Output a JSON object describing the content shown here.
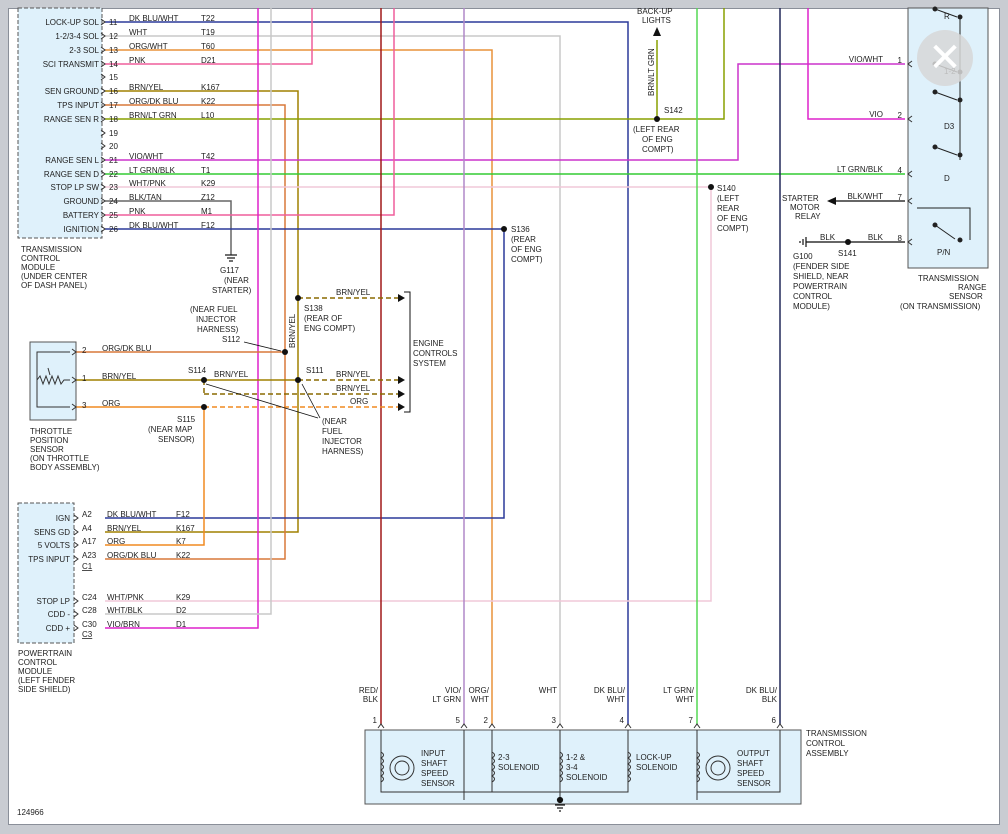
{
  "tcm": {
    "pins": [
      {
        "name": "LOCK-UP SOL",
        "num": "11",
        "color": "DK BLU/WHT",
        "circuit": "T22"
      },
      {
        "name": "1-2/3-4 SOL",
        "num": "12",
        "color": "WHT",
        "circuit": "T19"
      },
      {
        "name": "2-3 SOL",
        "num": "13",
        "color": "ORG/WHT",
        "circuit": "T60"
      },
      {
        "name": "SCI TRANSMIT",
        "num": "14",
        "color": "PNK",
        "circuit": "D21"
      },
      {
        "name": "",
        "num": "15",
        "color": "",
        "circuit": ""
      },
      {
        "name": "SEN GROUND",
        "num": "16",
        "color": "BRN/YEL",
        "circuit": "K167"
      },
      {
        "name": "TPS INPUT",
        "num": "17",
        "color": "ORG/DK BLU",
        "circuit": "K22"
      },
      {
        "name": "RANGE SEN R",
        "num": "18",
        "color": "BRN/LT GRN",
        "circuit": "L10"
      },
      {
        "name": "",
        "num": "19",
        "color": "",
        "circuit": ""
      },
      {
        "name": "",
        "num": "20",
        "color": "",
        "circuit": ""
      },
      {
        "name": "RANGE SEN L",
        "num": "21",
        "color": "VIO/WHT",
        "circuit": "T42"
      },
      {
        "name": "RANGE SEN D",
        "num": "22",
        "color": "LT GRN/BLK",
        "circuit": "T1"
      },
      {
        "name": "STOP LP SW",
        "num": "23",
        "color": "WHT/PNK",
        "circuit": "K29"
      },
      {
        "name": "GROUND",
        "num": "24",
        "color": "BLK/TAN",
        "circuit": "Z12"
      },
      {
        "name": "BATTERY",
        "num": "25",
        "color": "PNK",
        "circuit": "M1"
      },
      {
        "name": "IGNITION",
        "num": "26",
        "color": "DK BLU/WHT",
        "circuit": "F12"
      }
    ],
    "label": [
      "TRANSMISSION",
      "CONTROL",
      "MODULE",
      "(UNDER CENTER",
      "OF DASH PANEL)"
    ]
  },
  "g117": [
    "G117",
    "(NEAR",
    "STARTER)"
  ],
  "backup": [
    "BACK-UP",
    "LIGHTS"
  ],
  "s142_wire": "BRN/LT GRN",
  "s142": [
    "S142",
    "(LEFT REAR",
    "OF ENG",
    "COMPT)"
  ],
  "s140": [
    "S140",
    "(LEFT",
    "REAR",
    "OF ENG",
    "COMPT)"
  ],
  "s136": [
    "S136",
    "(REAR",
    "OF ENG",
    "COMPT)"
  ],
  "s138": [
    "S138",
    "(REAR OF",
    "ENG COMPT)"
  ],
  "s112": [
    "(NEAR FUEL",
    "INJECTOR",
    "HARNESS)",
    "S112"
  ],
  "s112_wire": "BRN/YEL",
  "s114": "S114",
  "s111": "S111",
  "s115": [
    "S115",
    "(NEAR MAP",
    "SENSOR)"
  ],
  "s111_note": [
    "(NEAR",
    "FUEL",
    "INJECTOR",
    "HARNESS)"
  ],
  "ecs": [
    "ENGINE",
    "CONTROLS",
    "SYSTEM"
  ],
  "ecs_wires": [
    "BRN/YEL",
    "BRN/YEL",
    "BRN/YEL",
    "BRN/YEL",
    "ORG"
  ],
  "tps": {
    "pins": [
      {
        "num": "2",
        "color": "ORG/DK BLU"
      },
      {
        "num": "1",
        "color": "BRN/YEL"
      },
      {
        "num": "3",
        "color": "ORG"
      }
    ],
    "label": [
      "THROTTLE",
      "POSITION",
      "SENSOR",
      "(ON THROTTLE",
      "BODY ASSEMBLY)"
    ]
  },
  "pcm": {
    "pins": [
      {
        "name": "IGN",
        "num": "A2",
        "color": "DK BLU/WHT",
        "circuit": "F12"
      },
      {
        "name": "SENS GD",
        "num": "A4",
        "color": "BRN/YEL",
        "circuit": "K167"
      },
      {
        "name": "5 VOLTS",
        "num": "A17",
        "color": "ORG",
        "circuit": "K7"
      },
      {
        "name": "TPS INPUT",
        "num": "A23",
        "color": "ORG/DK BLU",
        "circuit": "K22"
      },
      {
        "name": "STOP LP",
        "num": "C24",
        "color": "WHT/PNK",
        "circuit": "K29"
      },
      {
        "name": "CDD -",
        "num": "C28",
        "color": "WHT/BLK",
        "circuit": "D2"
      },
      {
        "name": "CDD +",
        "num": "C30",
        "color": "VIO/BRN",
        "circuit": "D1"
      }
    ],
    "conn_c1": "C1",
    "conn_c3": "C3",
    "label": [
      "POWERTRAIN",
      "CONTROL",
      "MODULE",
      "(LEFT FENDER",
      "SIDE SHIELD)"
    ]
  },
  "trs": {
    "pins": [
      {
        "num": "1",
        "color": "VIO/WHT"
      },
      {
        "num": "2",
        "color": "VIO"
      },
      {
        "num": "4",
        "color": "LT GRN/BLK"
      },
      {
        "num": "7",
        "color": "BLK/WHT"
      },
      {
        "num": "8",
        "color": "BLK"
      }
    ],
    "positions": [
      "R",
      "1-2",
      "D3",
      "D",
      "P/N"
    ],
    "label": [
      "TRANSMISSION",
      "RANGE",
      "SENSOR",
      "(ON TRANSMISSION)"
    ]
  },
  "starter": [
    "STARTER",
    "MOTOR",
    "RELAY"
  ],
  "s141": {
    "name": "S141",
    "wire": "BLK"
  },
  "g100": [
    "G100",
    "(FENDER SIDE",
    "SHIELD, NEAR",
    "POWERTRAIN",
    "CONTROL",
    "MODULE)"
  ],
  "tca": {
    "wires": [
      {
        "num": "1",
        "color": [
          "RED/",
          "BLK"
        ]
      },
      {
        "num": "5",
        "color": [
          "VIO/",
          "LT GRN"
        ]
      },
      {
        "num": "2",
        "color": [
          "ORG/",
          "WHT"
        ]
      },
      {
        "num": "3",
        "color": [
          "WHT"
        ]
      },
      {
        "num": "4",
        "color": [
          "DK BLU/",
          "WHT"
        ]
      },
      {
        "num": "7",
        "color": [
          "LT GRN/",
          "WHT"
        ]
      },
      {
        "num": "6",
        "color": [
          "DK BLU/",
          "BLK"
        ]
      }
    ],
    "components": {
      "iss": [
        "INPUT",
        "SHAFT",
        "SPEED",
        "SENSOR"
      ],
      "sol23": [
        "2-3",
        "SOLENOID"
      ],
      "sol1234": [
        "1-2 &",
        "3-4",
        "SOLENOID"
      ],
      "lockup": [
        "LOCK-UP",
        "SOLENOID"
      ],
      "oss": [
        "OUTPUT",
        "SHAFT",
        "SPEED",
        "SENSOR"
      ]
    },
    "label": [
      "TRANSMISSION",
      "CONTROL",
      "ASSEMBLY"
    ]
  },
  "figure_id": "124966",
  "colors": {
    "dkblu": "#2b3a9a",
    "wht": "#c8c8c8",
    "orgwht": "#e8923a",
    "pnk": "#ef5f9b",
    "brnyel": "#8a6a00",
    "orgdkblu": "#d9783a",
    "brnltgrn": "#88a000",
    "viowht": "#cc33cc",
    "ltgrnblk": "#33cc33",
    "whtpnk": "#f0c8d8",
    "blktan": "#555555",
    "org": "#f08a20",
    "magenta": "#dd22cc",
    "red": "#a01818",
    "vioLtgrn": "#b088c8",
    "ltgrnwht": "#55d855",
    "dkbluBlk": "#22285a"
  }
}
